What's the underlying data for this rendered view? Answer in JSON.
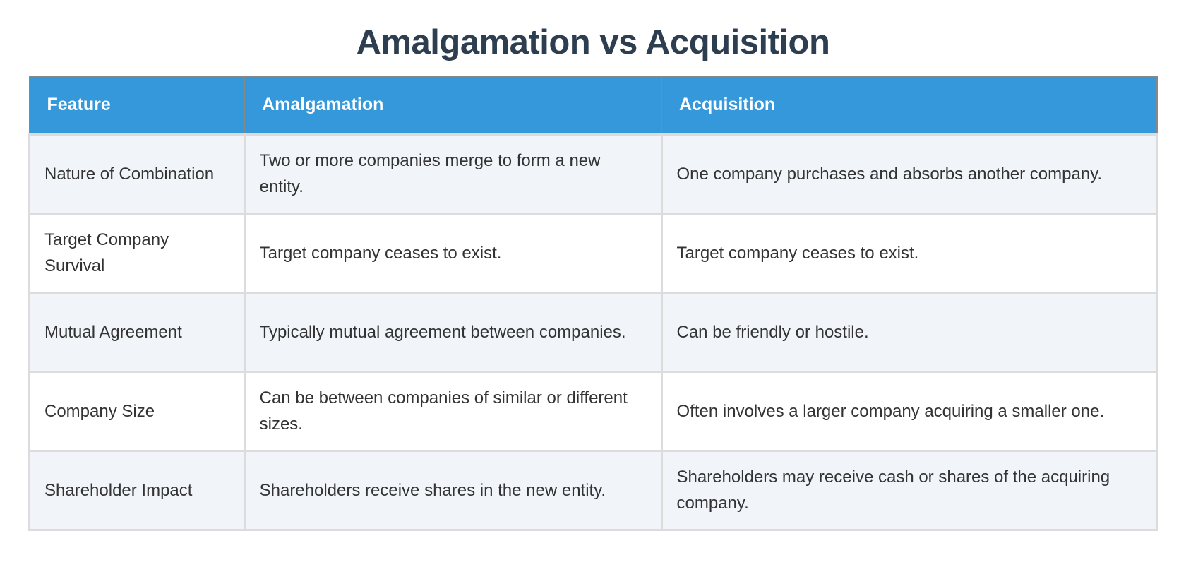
{
  "title": "Amalgamation vs Acquisition",
  "colors": {
    "title": "#2c3e50",
    "header_bg": "#3498db",
    "header_text": "#ffffff",
    "row_alt_bg": "#f1f4f9",
    "row_bg": "#ffffff",
    "cell_text": "#333333"
  },
  "table": {
    "headers": [
      "Feature",
      "Amalgamation",
      "Acquisition"
    ],
    "rows": [
      [
        "Nature of Combination",
        "Two or more companies merge to form a new entity.",
        "One company purchases and absorbs another company."
      ],
      [
        "Target Company Survival",
        "Target company ceases to exist.",
        "Target company ceases to exist."
      ],
      [
        "Mutual Agreement",
        "Typically mutual agreement between companies.",
        "Can be friendly or hostile."
      ],
      [
        "Company Size",
        "Can be between companies of similar or different sizes.",
        "Often involves a larger company acquiring a smaller one."
      ],
      [
        "Shareholder Impact",
        "Shareholders receive shares in the new entity.",
        "Shareholders may receive cash or shares of the acquiring company."
      ]
    ]
  }
}
